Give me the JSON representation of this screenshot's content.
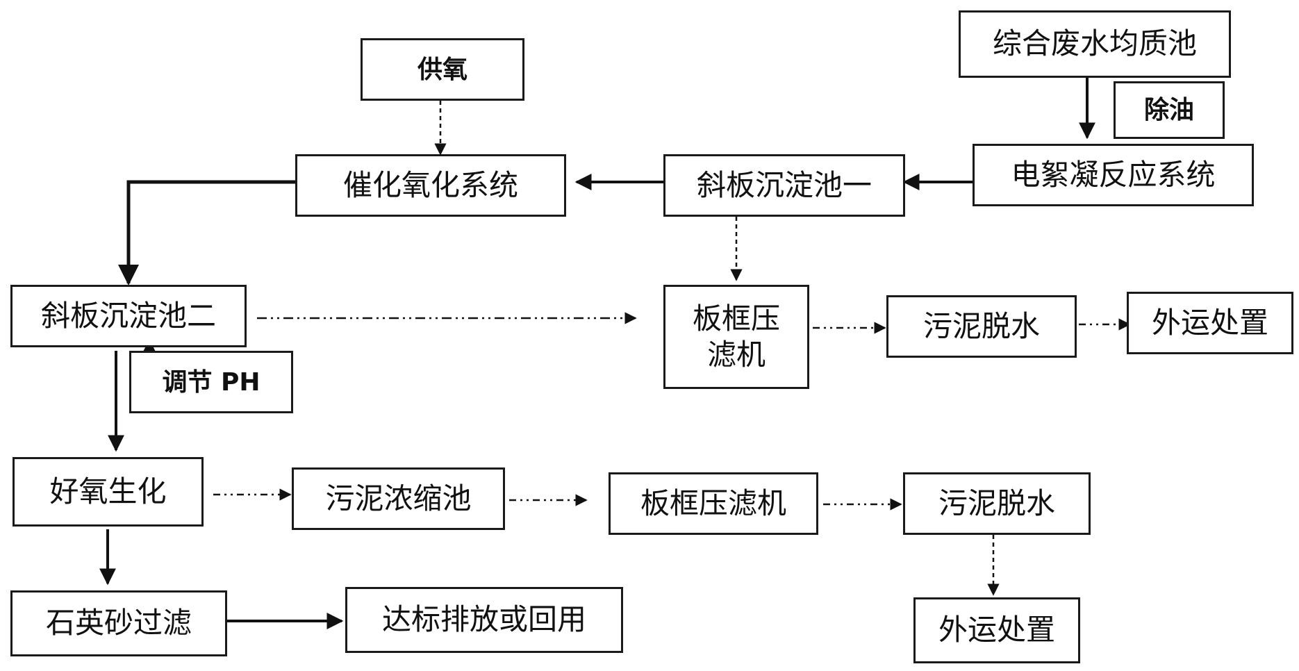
{
  "diagram": {
    "nodes": {
      "oxygen_supply": "供氧",
      "equalization_tank": "综合废水均质池",
      "oil_removal": "除油",
      "electroflocculation": "电絮凝反应系统",
      "inclined_settler_1": "斜板沉淀池一",
      "catalytic_oxidation": "催化氧化系统",
      "inclined_settler_2": "斜板沉淀池二",
      "ph_adjust": "调节 PH",
      "filter_press_1_line1": "板框压",
      "filter_press_1_line2": "滤机",
      "sludge_dewater_1": "污泥脱水",
      "offsite_disposal_1": "外运处置",
      "aerobic_bio": "好氧生化",
      "sludge_thickener": "污泥浓缩池",
      "filter_press_2": "板框压滤机",
      "sludge_dewater_2": "污泥脱水",
      "offsite_disposal_2": "外运处置",
      "quartz_sand_filter": "石英砂过滤",
      "discharge_reuse": "达标排放或回用"
    }
  }
}
